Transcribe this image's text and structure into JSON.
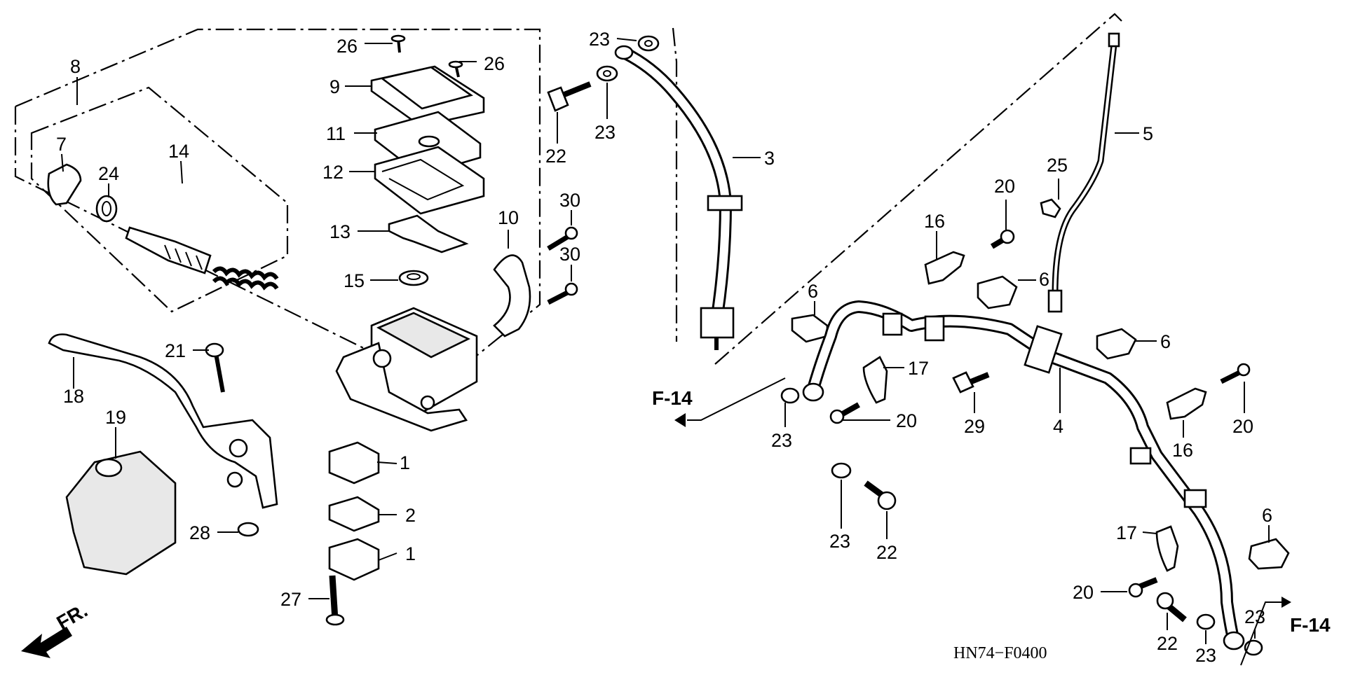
{
  "diagram_code": "HN74−F0400",
  "direction_label": "FR.",
  "references": [
    "F-14",
    "F-14"
  ],
  "callouts": [
    {
      "id": "c8",
      "text": "8"
    },
    {
      "id": "c7",
      "text": "7"
    },
    {
      "id": "c14",
      "text": "14"
    },
    {
      "id": "c24",
      "text": "24"
    },
    {
      "id": "c26a",
      "text": "26"
    },
    {
      "id": "c26b",
      "text": "26"
    },
    {
      "id": "c9",
      "text": "9"
    },
    {
      "id": "c11",
      "text": "11"
    },
    {
      "id": "c12",
      "text": "12"
    },
    {
      "id": "c13",
      "text": "13"
    },
    {
      "id": "c15",
      "text": "15"
    },
    {
      "id": "c10",
      "text": "10"
    },
    {
      "id": "c21",
      "text": "21"
    },
    {
      "id": "c18",
      "text": "18"
    },
    {
      "id": "c19",
      "text": "19"
    },
    {
      "id": "c28",
      "text": "28"
    },
    {
      "id": "c1a",
      "text": "1"
    },
    {
      "id": "c2",
      "text": "2"
    },
    {
      "id": "c1b",
      "text": "1"
    },
    {
      "id": "c27",
      "text": "27"
    },
    {
      "id": "c23a",
      "text": "23"
    },
    {
      "id": "c23b",
      "text": "23"
    },
    {
      "id": "c22a",
      "text": "22"
    },
    {
      "id": "c30a",
      "text": "30"
    },
    {
      "id": "c30b",
      "text": "30"
    },
    {
      "id": "c3",
      "text": "3"
    },
    {
      "id": "c5",
      "text": "5"
    },
    {
      "id": "c25",
      "text": "25"
    },
    {
      "id": "c20a",
      "text": "20"
    },
    {
      "id": "c16a",
      "text": "16"
    },
    {
      "id": "c6a",
      "text": "6"
    },
    {
      "id": "c6b",
      "text": "6"
    },
    {
      "id": "c6c",
      "text": "6"
    },
    {
      "id": "c17a",
      "text": "17"
    },
    {
      "id": "c29",
      "text": "29"
    },
    {
      "id": "c4",
      "text": "4"
    },
    {
      "id": "c20b",
      "text": "20"
    },
    {
      "id": "c23c",
      "text": "23"
    },
    {
      "id": "c20c",
      "text": "20"
    },
    {
      "id": "c16b",
      "text": "16"
    },
    {
      "id": "c23d",
      "text": "23"
    },
    {
      "id": "c22b",
      "text": "22"
    },
    {
      "id": "c6d",
      "text": "6"
    },
    {
      "id": "c17b",
      "text": "17"
    },
    {
      "id": "c20d",
      "text": "20"
    },
    {
      "id": "c22c",
      "text": "22"
    },
    {
      "id": "c23e",
      "text": "23"
    },
    {
      "id": "c23f",
      "text": "23"
    }
  ]
}
